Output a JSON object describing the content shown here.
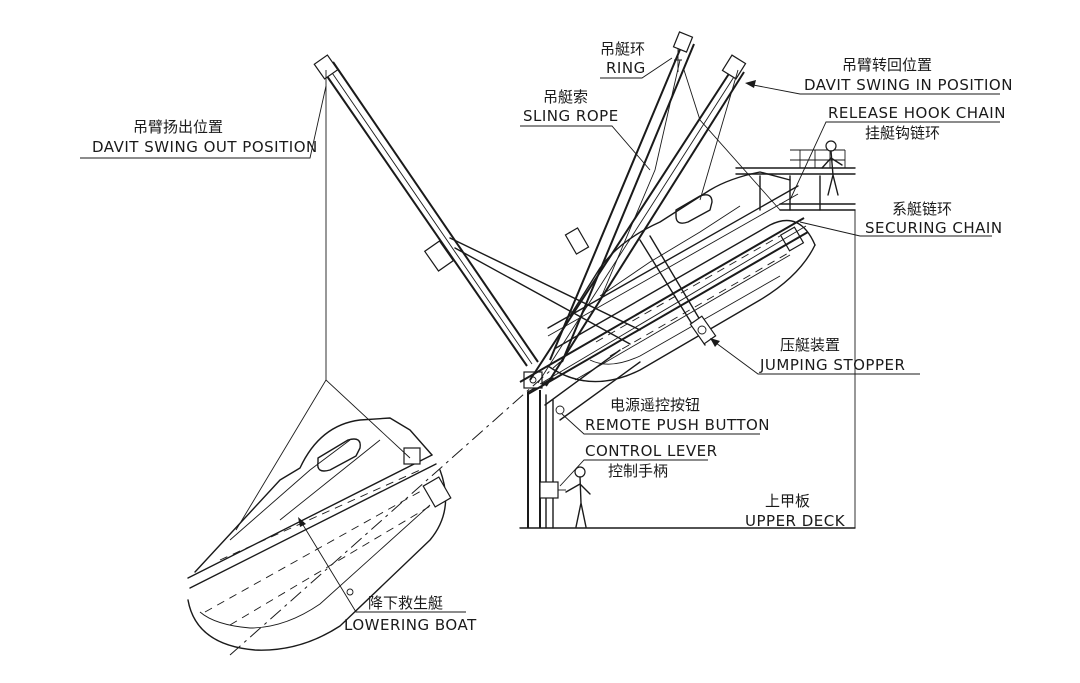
{
  "labels": {
    "davit_swing_out": {
      "zh": "吊臂扬出位置",
      "en": "DAVIT SWING OUT POSITION"
    },
    "ring": {
      "zh": "吊艇环",
      "en": "RING"
    },
    "sling_rope": {
      "zh": "吊艇索",
      "en": "SLING ROPE"
    },
    "davit_swing_in": {
      "zh": "吊臂转回位置",
      "en": "DAVIT SWING IN POSITION"
    },
    "release_hook_chain": {
      "en": "RELEASE HOOK CHAIN",
      "zh": "挂艇钩链环"
    },
    "securing_chain": {
      "zh": "系艇链环",
      "en": "SECURING CHAIN"
    },
    "jumping_stopper": {
      "zh": "压艇装置",
      "en": "JUMPING STOPPER"
    },
    "remote_push_button": {
      "zh": "电源遥控按钮",
      "en": "REMOTE PUSH BUTTON"
    },
    "control_lever": {
      "en": "CONTROL LEVER",
      "zh": "控制手柄"
    },
    "upper_deck": {
      "zh": "上甲板",
      "en": "UPPER DECK"
    },
    "lowering_boat": {
      "zh": "降下救生艇",
      "en": "LOWERING BOAT"
    }
  }
}
